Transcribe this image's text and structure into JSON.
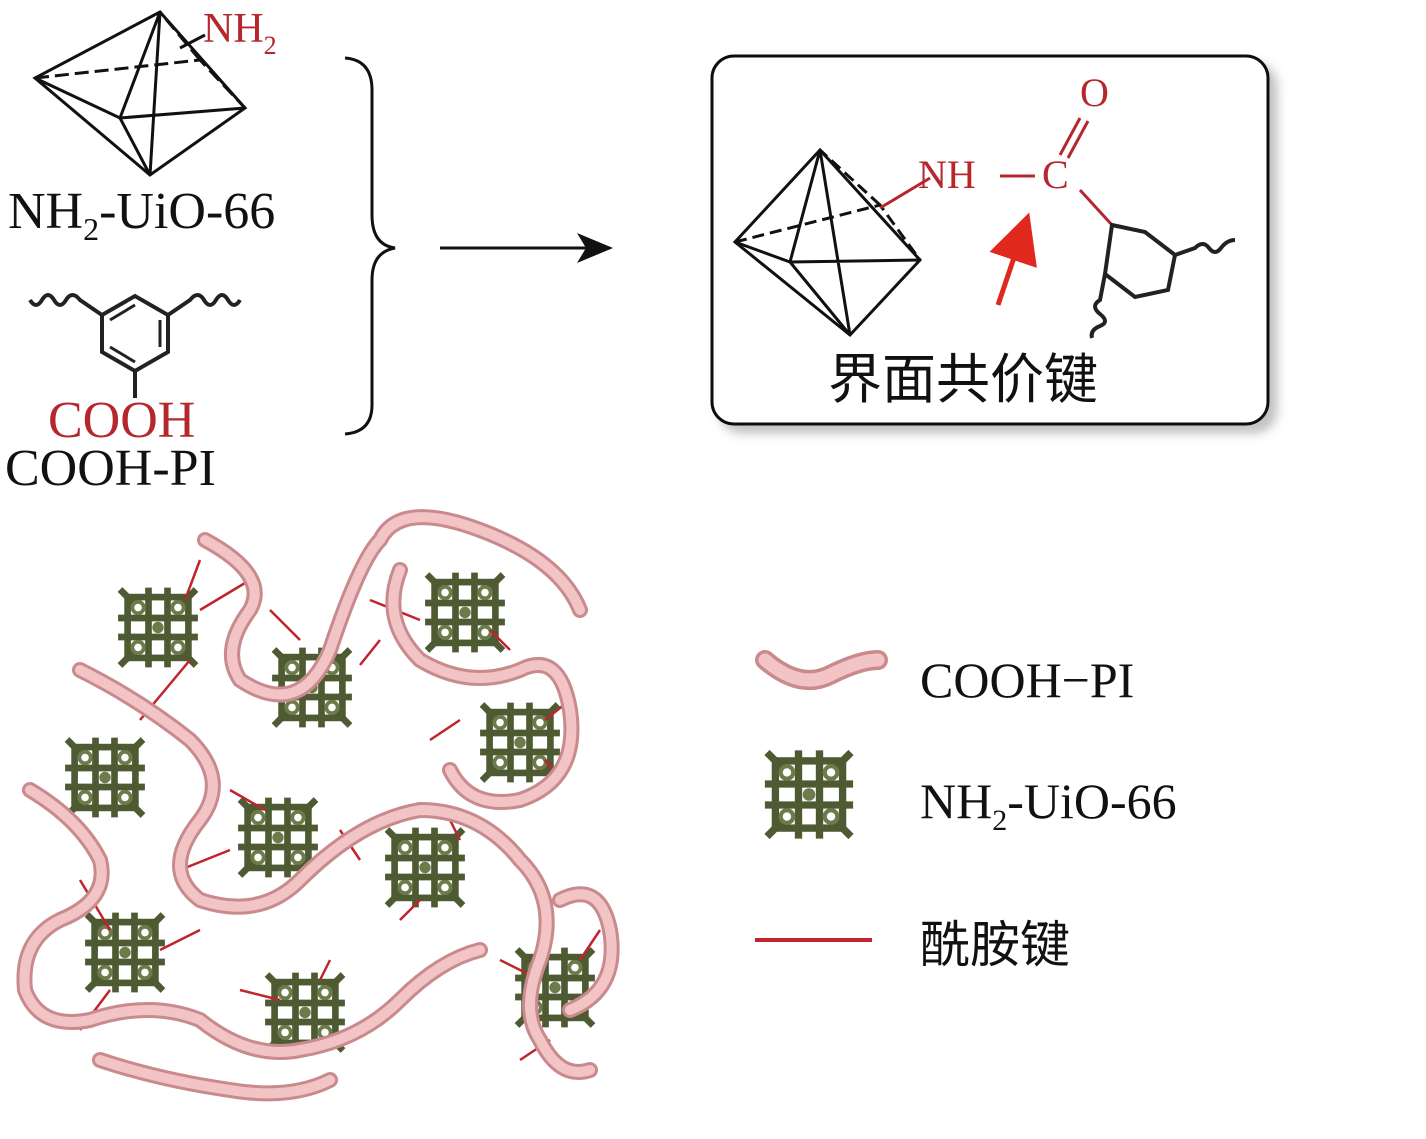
{
  "reaction": {
    "mof_amine_group": {
      "main": "NH",
      "sub": "2"
    },
    "mof_name": {
      "prefix": "NH",
      "sub": "2",
      "suffix": "-UiO-66"
    },
    "polymer_acid_group": "COOH",
    "polymer_name": "COOH-PI",
    "product": {
      "nh_label": "NH",
      "c_label": "C",
      "o_label": "O",
      "bond_dash": "—",
      "caption": "界面共价键"
    }
  },
  "legend": {
    "items": [
      {
        "label": "COOH−PI",
        "symbol": "pink-ribbon"
      },
      {
        "label_prefix": "NH",
        "label_sub": "2",
        "label_suffix": "-UiO-66",
        "symbol": "mof-crystal"
      },
      {
        "label": "酰胺键",
        "symbol": "red-line"
      }
    ]
  },
  "colors": {
    "red_text": "#b5272d",
    "ribbon": "#f2c4c6",
    "ribbon_edge": "#c98a8e",
    "mof": "#4d5a32",
    "amide": "#c0242c"
  }
}
